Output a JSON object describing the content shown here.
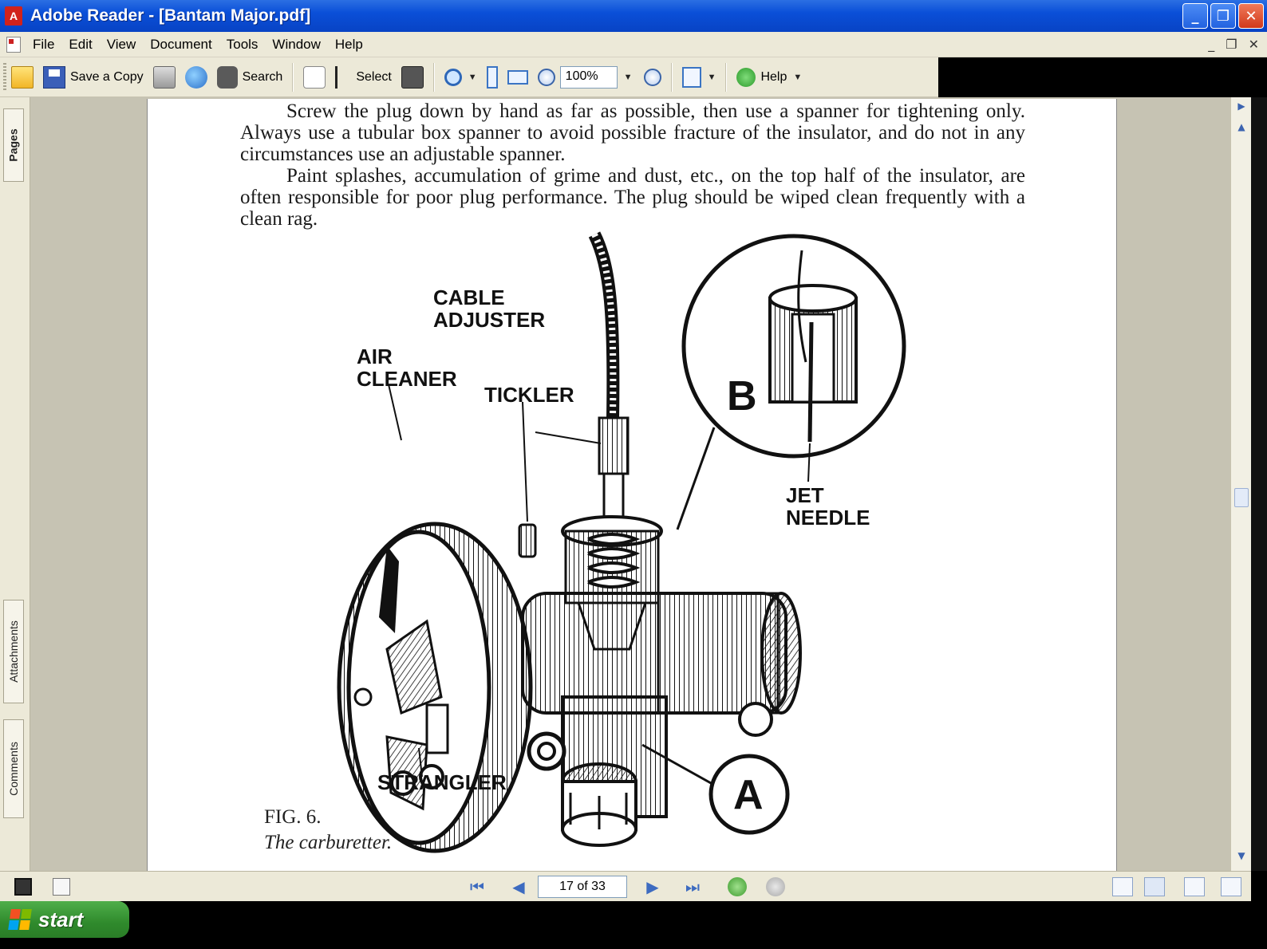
{
  "window": {
    "title": "Adobe Reader - [Bantam Major.pdf]",
    "minimize": "_",
    "restore": "❐",
    "close": "✕"
  },
  "menu": [
    "File",
    "Edit",
    "View",
    "Document",
    "Tools",
    "Window",
    "Help"
  ],
  "mdi_controls": {
    "minimize": "_",
    "restore": "❐",
    "close": "✕"
  },
  "toolbar": {
    "save_copy": "Save a Copy",
    "search": "Search",
    "select": "Select",
    "zoom": "100%",
    "help": "Help"
  },
  "side_tabs": {
    "pages": "Pages",
    "attachments": "Attachments",
    "comments": "Comments"
  },
  "document": {
    "paragraph1": "Screw the plug down by hand as far as possible, then use a spanner for tightening only. Always use a tubular box spanner to avoid possible fracture of the insulator, and do not in any circumstances use an adjustable spanner.",
    "paragraph2": "Paint splashes, accumulation of grime and dust, etc., on the top half of the insulator, are often responsible for poor plug performance. The plug should be wiped clean frequently with a clean rag.",
    "figure": {
      "labels": {
        "cable_adjuster_1": "CABLE",
        "cable_adjuster_2": "ADJUSTER",
        "air_cleaner_1": "AIR",
        "air_cleaner_2": "CLEANER",
        "tickler": "TICKLER",
        "jet_needle_1": "JET",
        "jet_needle_2": "NEEDLE",
        "strangler": "STRANGLER",
        "callout_b": "B",
        "callout_a": "A"
      },
      "number": "FIG. 6.",
      "caption": "The carburetter."
    }
  },
  "statusbar": {
    "page_indicator": "17 of 33",
    "first": "⏮",
    "prev": "◀",
    "next": "▶",
    "last": "⏭"
  },
  "taskbar": {
    "start": "start"
  }
}
